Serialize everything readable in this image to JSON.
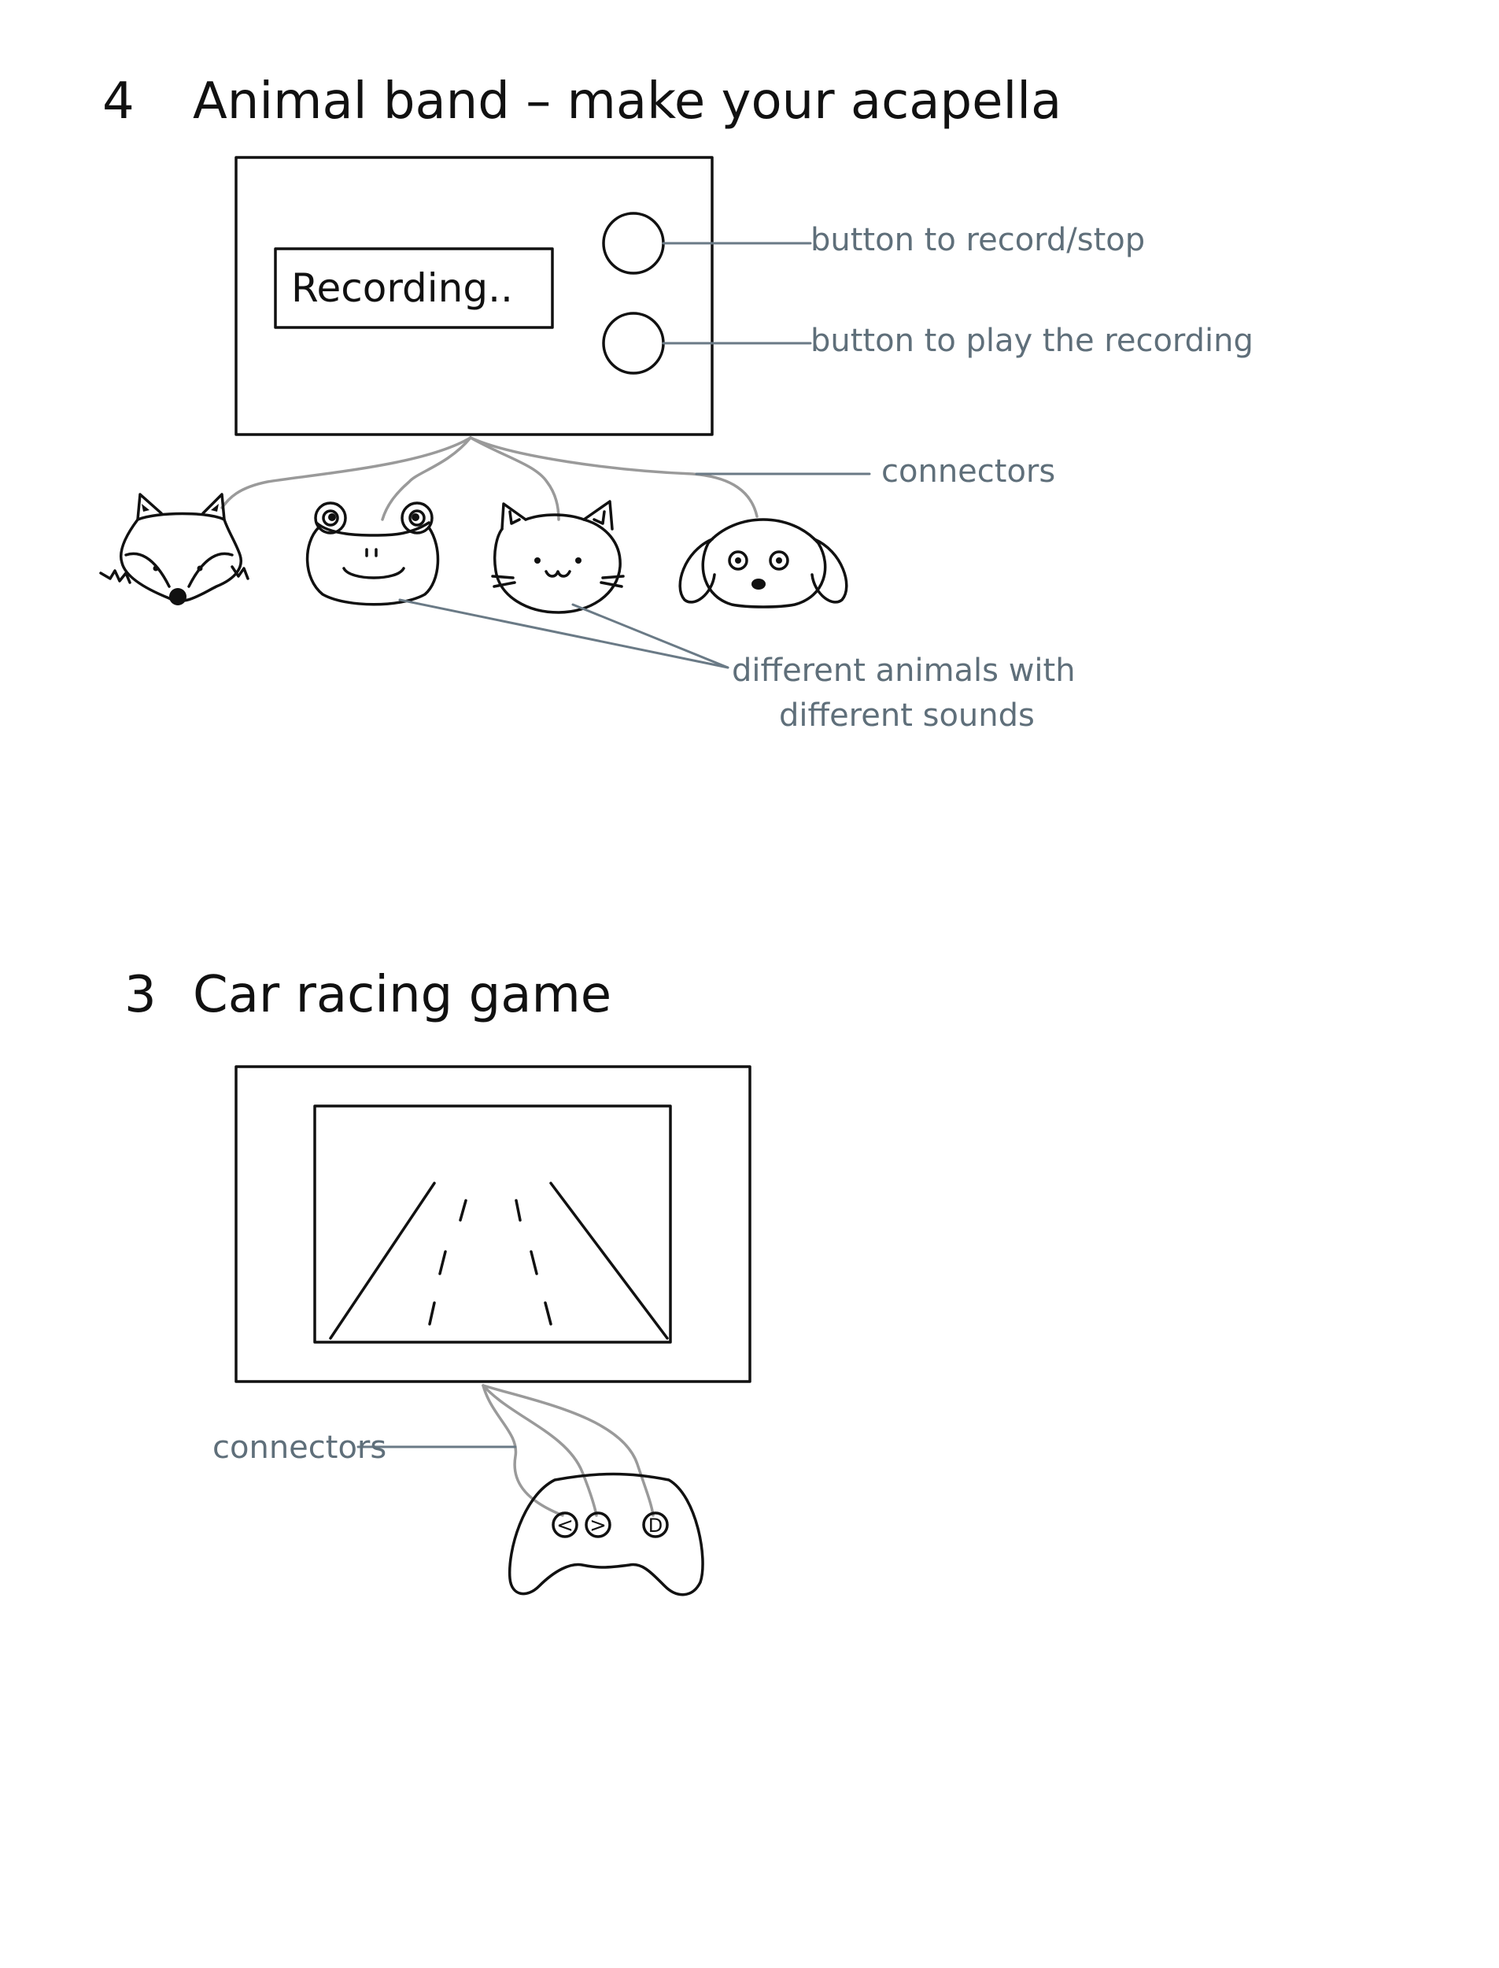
{
  "sketch_1": {
    "number": "4",
    "title": "Animal band – make your acapella",
    "screen_text": "Recording..",
    "labels": {
      "record_button": "button to record/stop",
      "play_button": "button to play the recording",
      "connectors": "connectors",
      "animals_line1": "different animals with",
      "animals_line2": "different sounds"
    },
    "animals": [
      "fox-icon",
      "frog-icon",
      "cat-icon",
      "dog-icon"
    ]
  },
  "sketch_2": {
    "number": "3",
    "title": "Car racing game",
    "labels": {
      "connectors": "connectors"
    },
    "controller_buttons": [
      "<",
      ">",
      "D"
    ]
  },
  "colors": {
    "ink": "#111111",
    "annotation": "#5f6f7a",
    "connector": "#9a9a9a"
  }
}
